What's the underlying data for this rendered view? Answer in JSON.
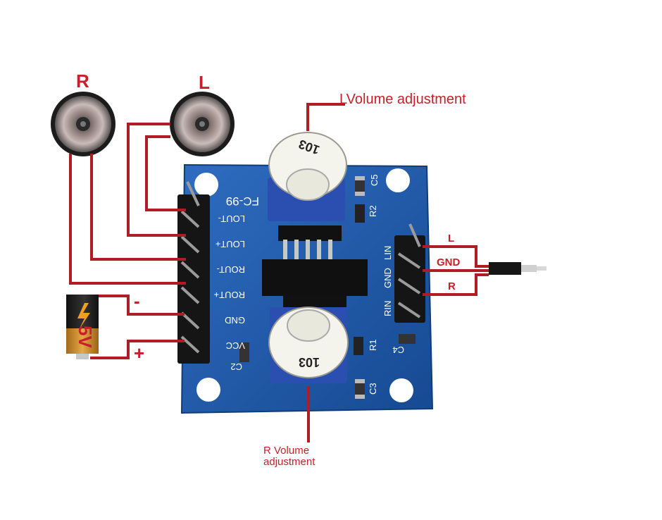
{
  "labels": {
    "speaker_r": "R",
    "speaker_l": "L",
    "l_volume": "LVolume adjustment",
    "r_volume": "R Volume adjustment",
    "battery_minus": "-",
    "battery_plus": "+",
    "battery_voltage": "5V",
    "jack_l": "L",
    "jack_gnd": "GND",
    "jack_r": "R"
  },
  "board": {
    "model": "FC-99",
    "pins_left": [
      "LOUT-",
      "LOUT+",
      "ROUT-",
      "ROUT+",
      "GND",
      "VCC"
    ],
    "pins_right": [
      "LIN",
      "GND",
      "RIN"
    ],
    "components": [
      "C5",
      "R2",
      "R1",
      "C3",
      "C2",
      "C4"
    ],
    "pot_code": "103"
  },
  "colors": {
    "wire": "#b01c24",
    "label": "#c8202a",
    "pcb": "#1f5aa8",
    "pot_body": "#2a4fb0",
    "pot_knob": "#f4f4ec"
  }
}
